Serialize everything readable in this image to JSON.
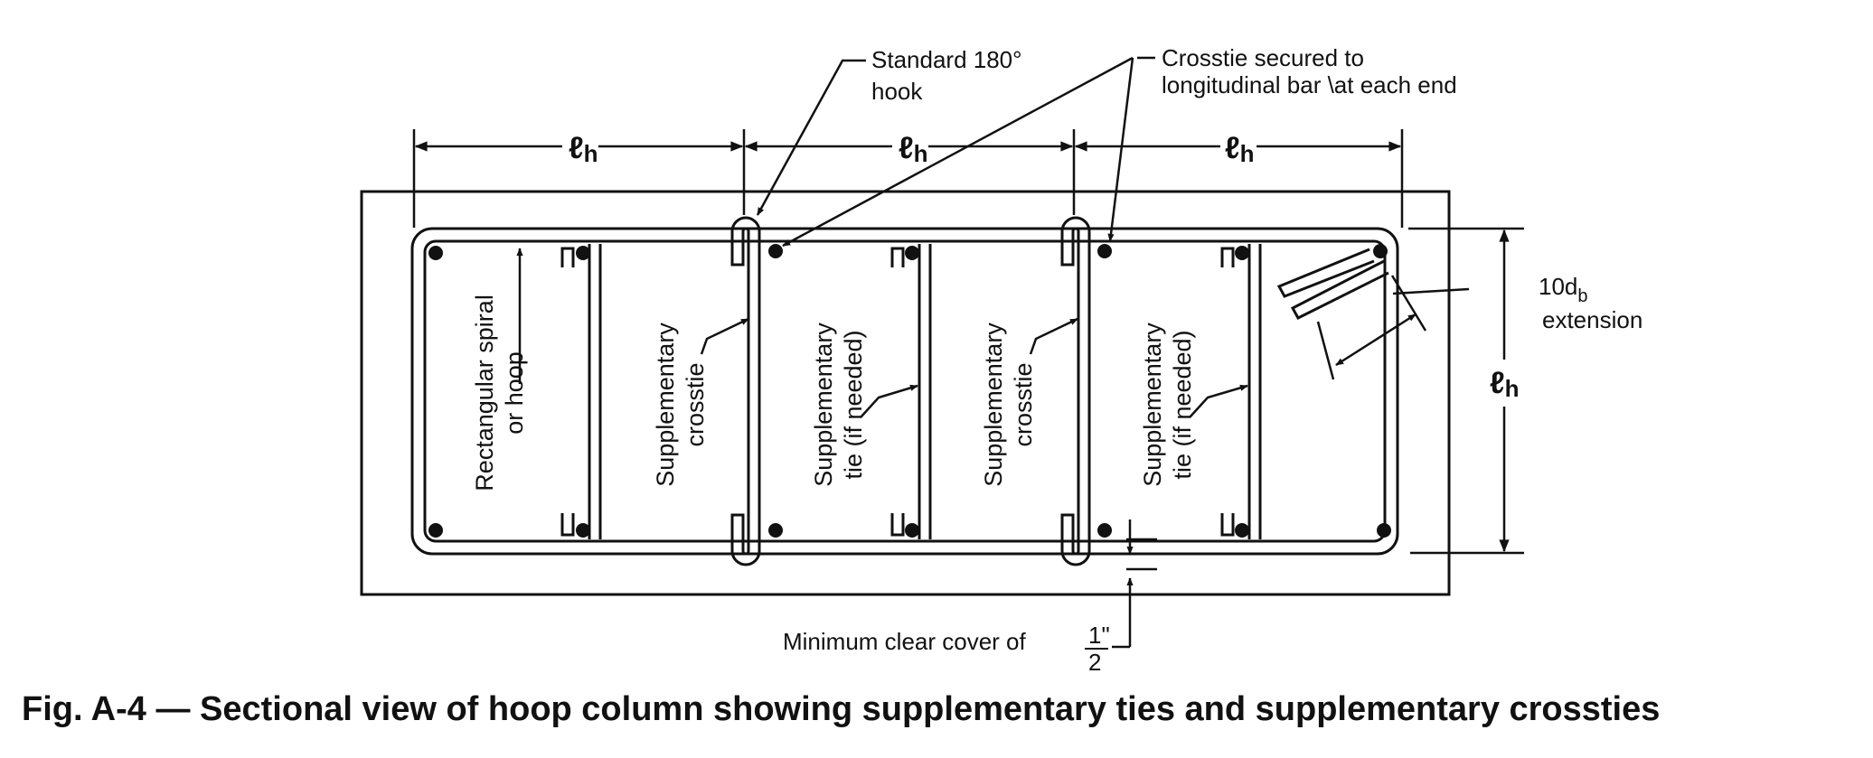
{
  "figure": {
    "caption": "Fig. A-4 — Sectional view of hoop column showing supplementary ties and supplementary crossties"
  },
  "callouts": {
    "hook": [
      "Standard 180°",
      "hook"
    ],
    "crosstie_secured": [
      "Crosstie secured to",
      "longitudinal bar \\at each end"
    ],
    "extension": [
      "10d",
      "b",
      "extension"
    ],
    "cover": [
      "Minimum clear cover of",
      "1\"",
      "2"
    ]
  },
  "dimensions": {
    "lh_symbol": "ℓ",
    "lh_sub": "h"
  },
  "labels": {
    "hoop": [
      "Rectangular spiral",
      "or hoop"
    ],
    "crosstie_a": [
      "Supplementary",
      "crosstie"
    ],
    "tie_a": [
      "Supplementary",
      "tie (if needed)"
    ],
    "crosstie_b": [
      "Supplementary",
      "crosstie"
    ],
    "tie_b": [
      "Supplementary",
      "tie (if needed)"
    ]
  }
}
